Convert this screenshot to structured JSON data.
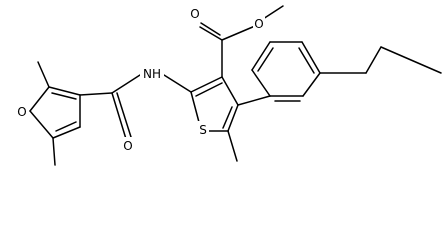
{
  "structure": {
    "atom_labels": {
      "furan_oxygen": "O",
      "amide_oxygen": "O",
      "amide_nh": "NH",
      "ester_carbonyl_oxygen": "O",
      "ester_ether_oxygen": "O",
      "thiophene_sulfur": "S"
    },
    "colors": {
      "ink": "#000000",
      "background": "#ffffff"
    }
  }
}
